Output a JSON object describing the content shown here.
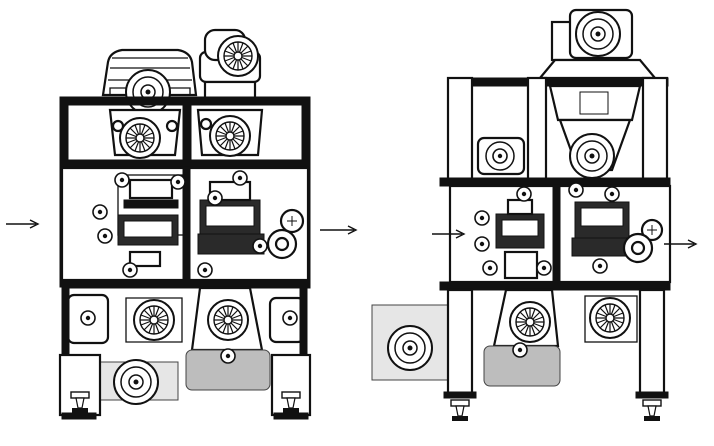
{
  "figure": {
    "kind": "technical line drawing",
    "machines": [
      "left-machine",
      "right-machine"
    ],
    "arrows": [
      "feed-in-left",
      "transfer-middle",
      "feed-in-right",
      "exit-right"
    ],
    "colors": {
      "line": "#111111",
      "background": "#ffffff",
      "shade": "#bdbdbd"
    }
  }
}
